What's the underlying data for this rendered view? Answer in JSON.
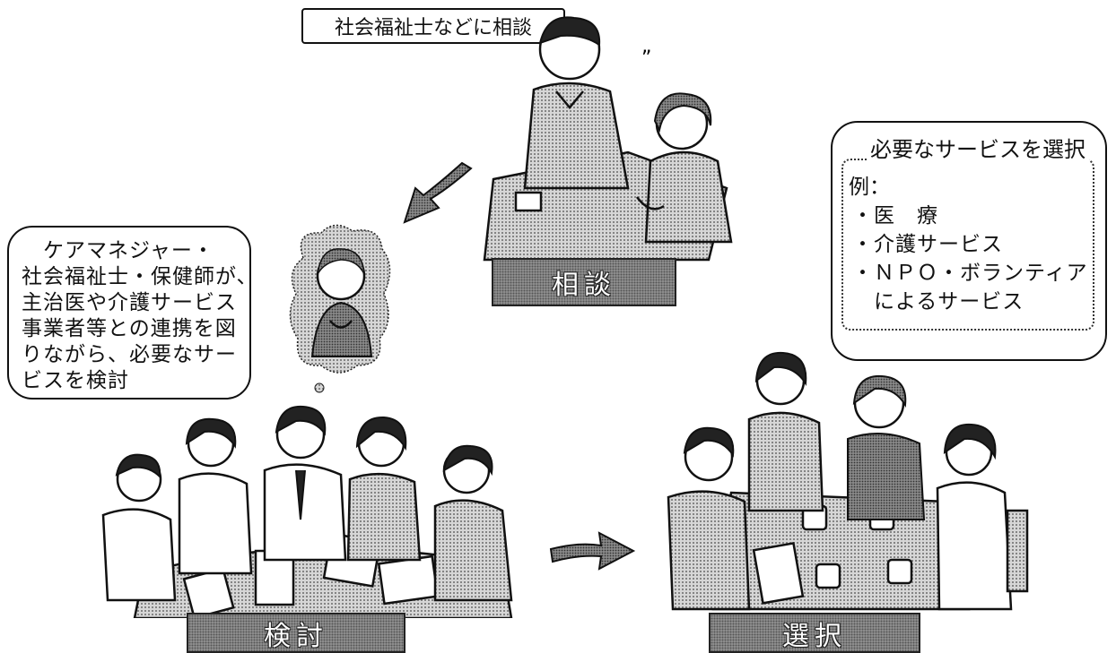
{
  "consult": {
    "caption": "社会福祉士などに相談",
    "label": "相談"
  },
  "review": {
    "description_lines": [
      "　ケアマネジャー・",
      "社会福祉士・保健師が、",
      "主治医や介護サービス",
      "事業者等との連携を図",
      "りながら、必要なサー",
      "ビスを検討"
    ],
    "label": "検討"
  },
  "select": {
    "title": "必要なサービスを選択",
    "example_label": "例：",
    "services": [
      "・医　療",
      "・介護サービス",
      "・ＮＰＯ・ボランティア",
      "　によるサービス"
    ],
    "label": "選択"
  },
  "colors": {
    "ink": "#111111",
    "halftone": "#9a9a9a",
    "background": "#ffffff"
  }
}
